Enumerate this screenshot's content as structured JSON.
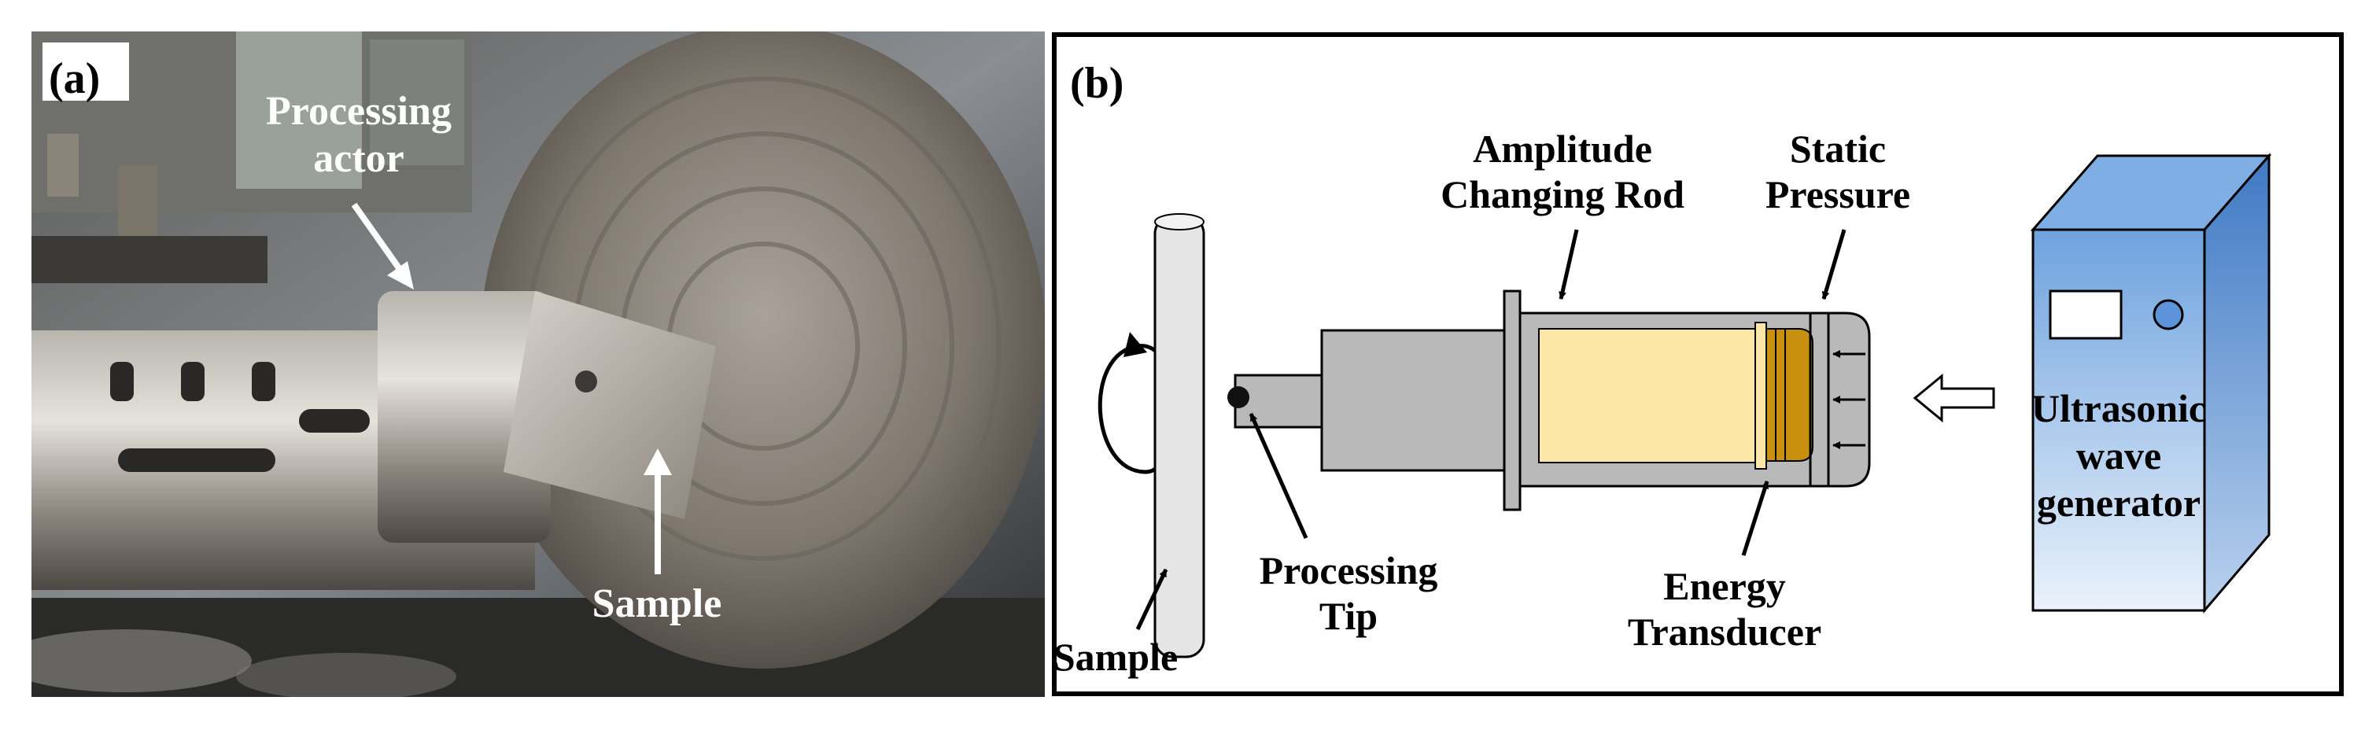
{
  "panel_a": {
    "label": "(a)",
    "labels": {
      "processing_actor_line1": "Processing",
      "processing_actor_line2": "actor",
      "sample": "Sample"
    }
  },
  "panel_b": {
    "label": "(b)",
    "labels": {
      "amplitude_line1": "Amplitude",
      "amplitude_line2": "Changing Rod",
      "static_line1": "Static",
      "static_line2": "Pressure",
      "processing_tip_line1": "Processing",
      "processing_tip_line2": "Tip",
      "energy_line1": "Energy",
      "energy_line2": "Transducer",
      "sample": "Sample",
      "generator_line1": "Ultrasonic",
      "generator_line2": "wave",
      "generator_line3": "generator"
    },
    "colors": {
      "rod_fill": "#fde7a8",
      "transducer_fill": "#c8900e",
      "housing_fill": "#b9b9b9",
      "generator_front": "#8fb8e8",
      "generator_side": "#5a8ed0",
      "generator_top": "#7eaee3"
    }
  }
}
